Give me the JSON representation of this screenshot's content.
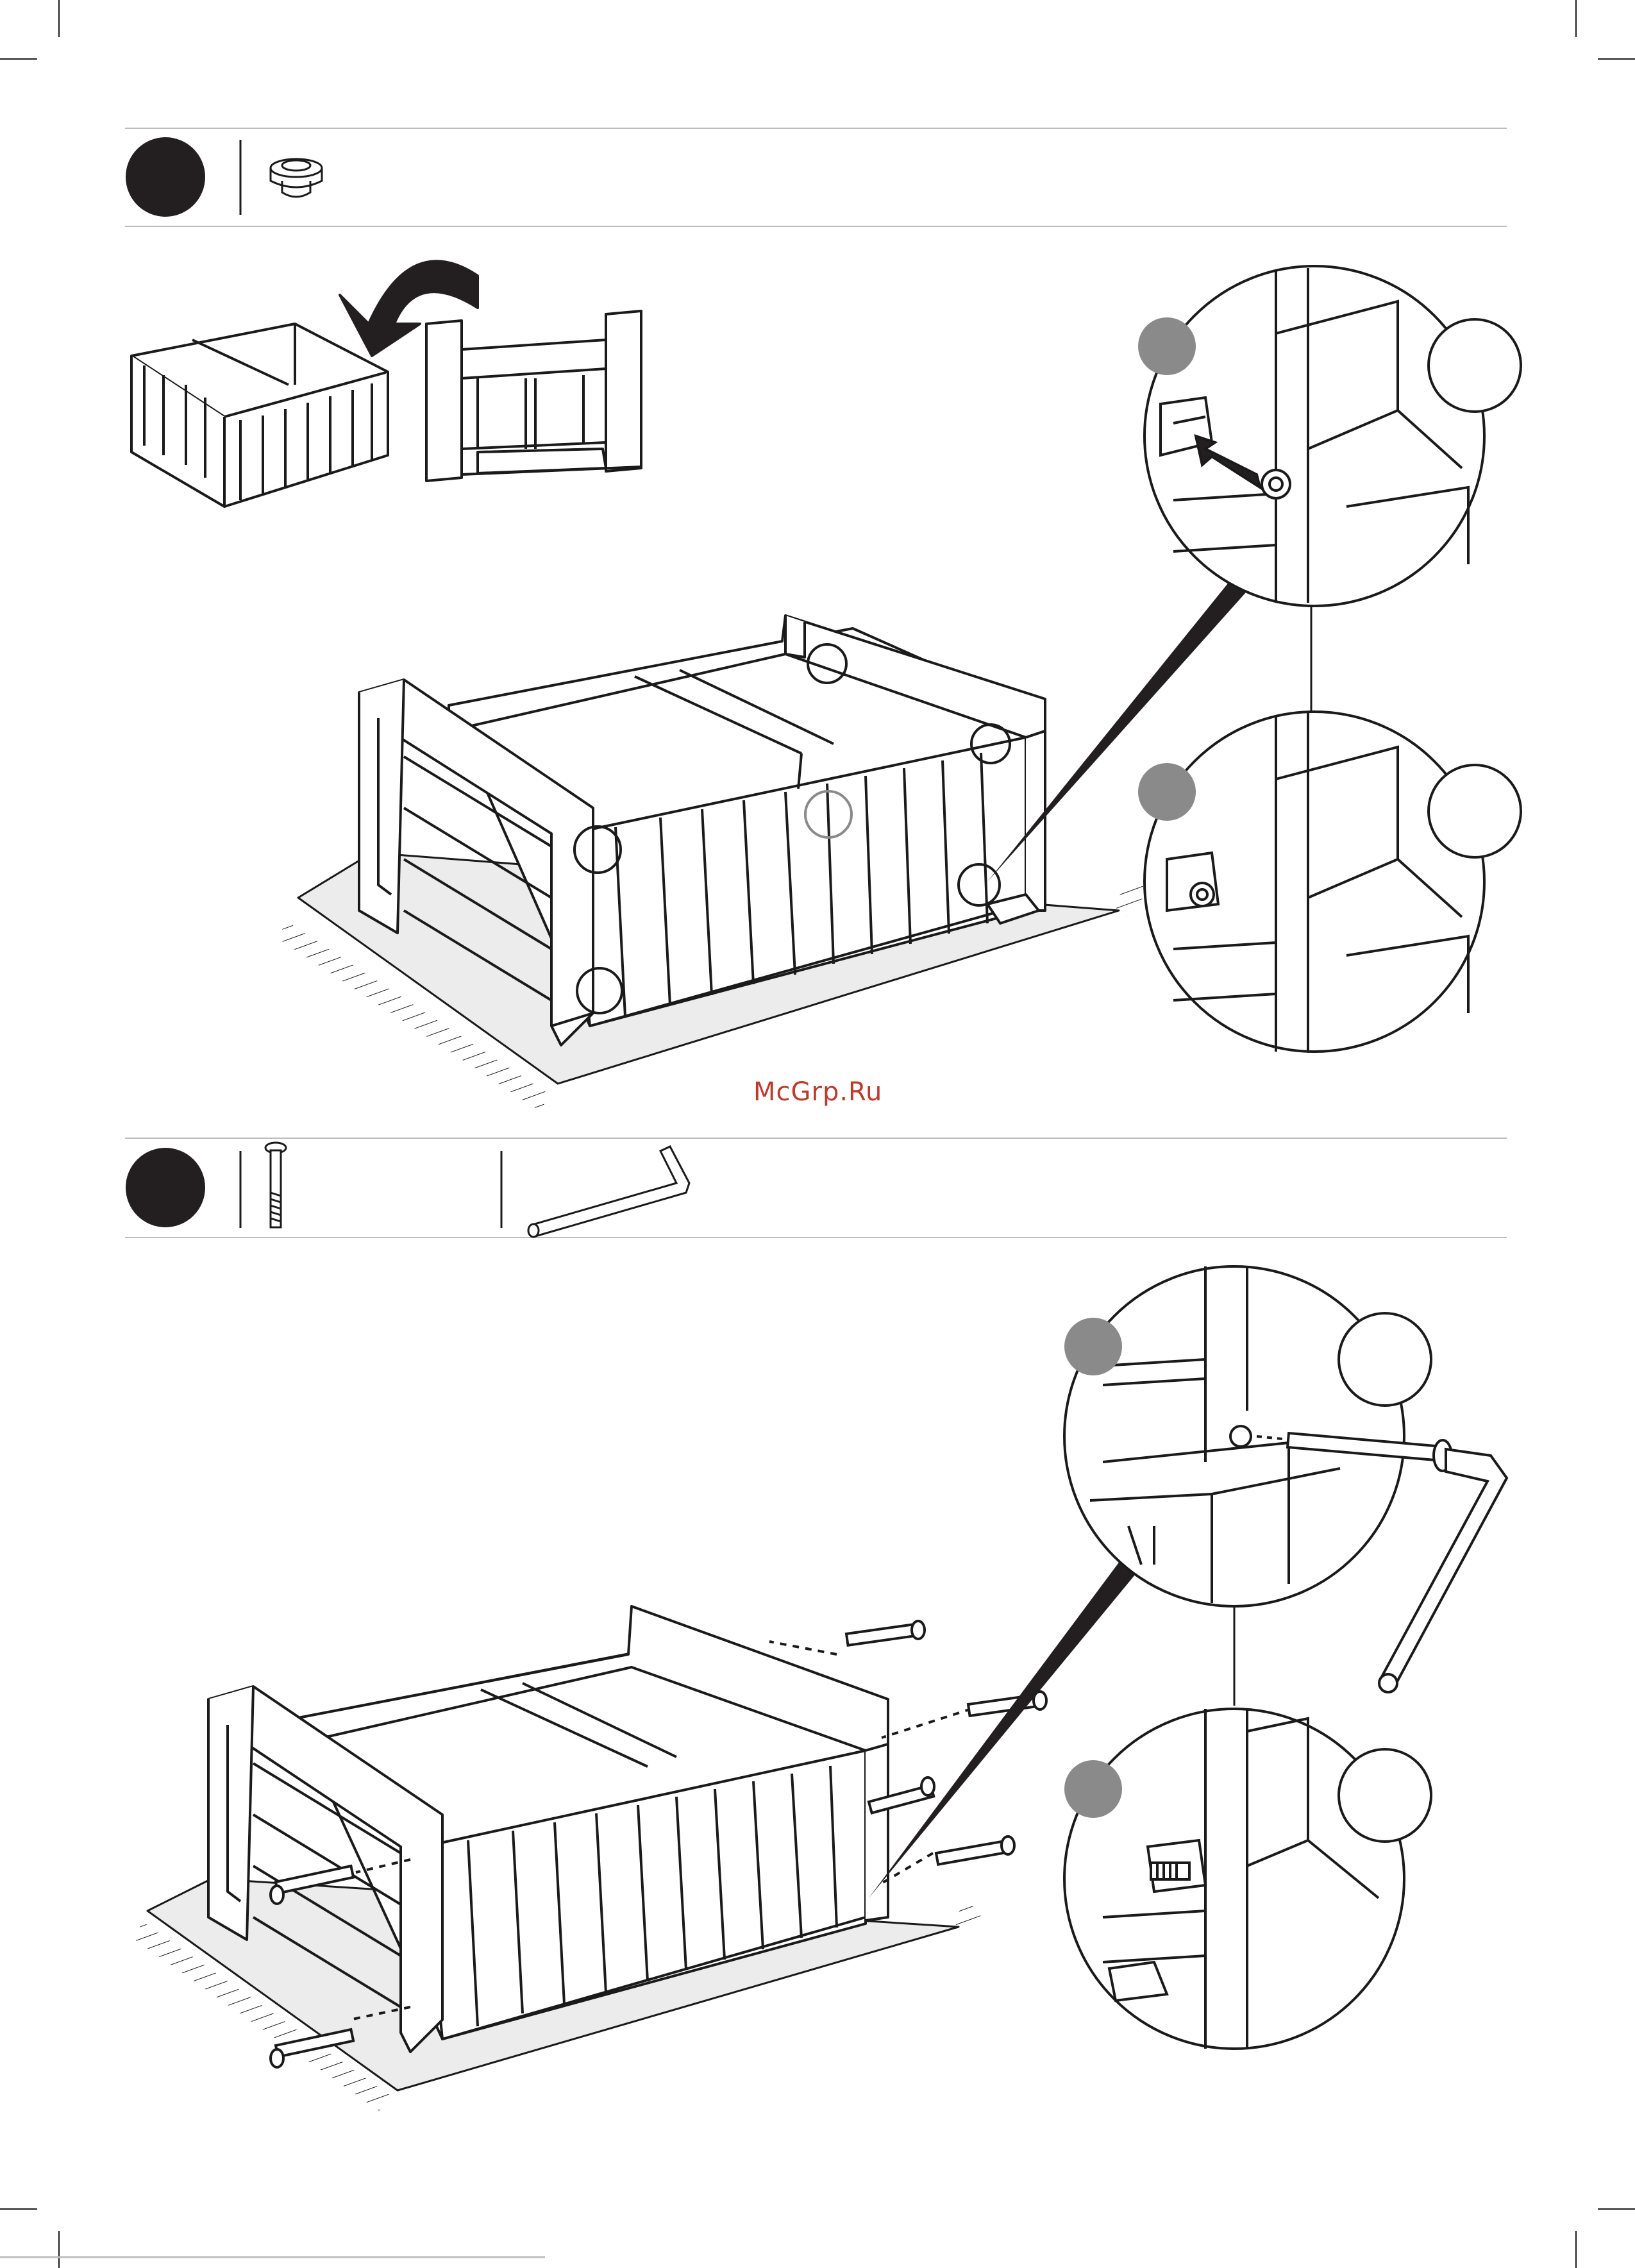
{
  "watermark": {
    "text": "McGrp.Ru",
    "color": "#c0392b"
  },
  "colors": {
    "ink": "#1a1a1a",
    "step_circle": "#231f20",
    "detail_badge": "#8a8a8a",
    "floor": "#ececec"
  },
  "steps": [
    {
      "parts": [
        "flange-nut-icon"
      ],
      "scene": "flip-box-then-insert-nuts",
      "callouts": [
        "insert-nut-detail",
        "nut-seated-detail"
      ]
    },
    {
      "parts": [
        "long-bolt-icon",
        "allen-key-icon"
      ],
      "scene": "insert-bolts-with-allen-key",
      "callouts": [
        "bolt-tighten-detail",
        "bolt-through-nut-detail"
      ]
    }
  ]
}
